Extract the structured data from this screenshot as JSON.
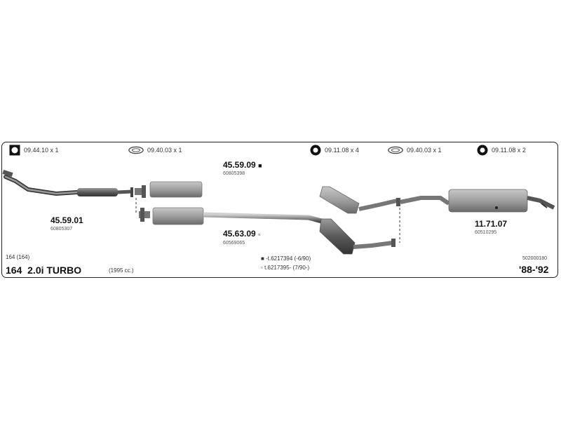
{
  "hardware": [
    {
      "icon": "square-clamp-icon",
      "label": "09.44.10 x 1"
    },
    {
      "icon": "gasket-ring-icon",
      "label": "09.40.03 x 1"
    },
    {
      "icon": "rubber-mount-ring-icon",
      "label": "09.11.08 x 4"
    },
    {
      "icon": "gasket-ring-icon",
      "label": "09.40.03 x 1"
    },
    {
      "icon": "rubber-mount-ring-icon",
      "label": "09.11.08 x 2"
    }
  ],
  "parts": [
    {
      "number": "45.59.01",
      "ref": "60805307"
    },
    {
      "number": "45.59.09",
      "marker": "■",
      "ref": "60805398"
    },
    {
      "number": "45.63.09",
      "marker": "▫",
      "ref": "60569065"
    },
    {
      "number": "11.71.07",
      "ref": "60510295"
    }
  ],
  "legend": [
    {
      "marker": "■",
      "text": "-t.6217394 (-6/90)"
    },
    {
      "marker": "▫",
      "text": "t.6217395- (7/90-)"
    }
  ],
  "model": {
    "code": "164 (164)",
    "name": "164  2.0i TURBO",
    "displacement": "(1995 cc.)",
    "catalog_id": "502000180",
    "years": "'88-'92"
  },
  "colors": {
    "frame": "#222222",
    "pipe": "#8a8a8a",
    "pipe_dark": "#555555",
    "muffler": "#9a9a9a"
  }
}
